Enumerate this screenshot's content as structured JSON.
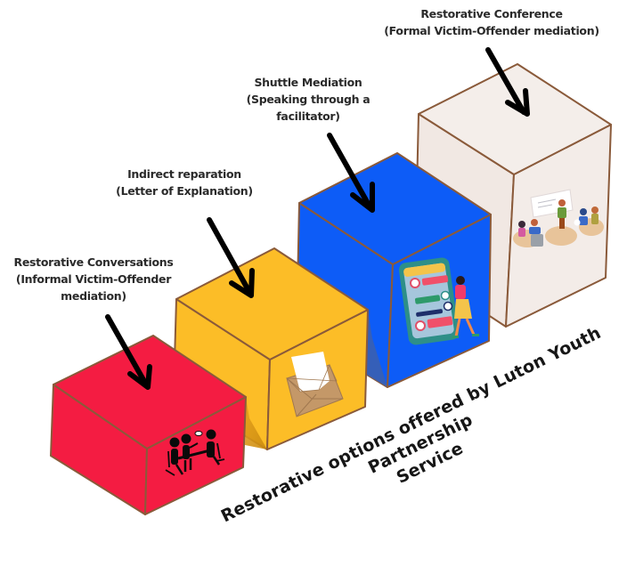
{
  "diagram": {
    "title": "Restorative options offered by Luton Youth Partnership Service",
    "title_lines": [
      "Restorative options offered by Luton Youth Partnership",
      "Service"
    ],
    "steps": [
      {
        "id": "conversations",
        "level": 1,
        "label_lines": [
          "Restorative Conversations",
          "(Informal Victim-Offender",
          "mediation)"
        ],
        "color": "#f41c42",
        "icon": "meeting-table-icon"
      },
      {
        "id": "indirect",
        "level": 2,
        "label_lines": [
          "Indirect reparation",
          "(Letter of Explanation)"
        ],
        "color": "#fcbd27",
        "icon": "envelope-letter-icon"
      },
      {
        "id": "shuttle",
        "level": 3,
        "label_lines": [
          "Shuttle Mediation",
          "(Speaking through a",
          "facilitator)"
        ],
        "color": "#0d5cf7",
        "icon": "phone-chat-person-icon"
      },
      {
        "id": "conference",
        "level": 4,
        "label_lines": [
          "Restorative Conference",
          "(Formal Victim-Offender mediation)"
        ],
        "color": "#f3ece8",
        "icon": "group-conference-icon"
      }
    ],
    "edge_color": "#8a5a3a",
    "arrow_color": "#000000"
  }
}
